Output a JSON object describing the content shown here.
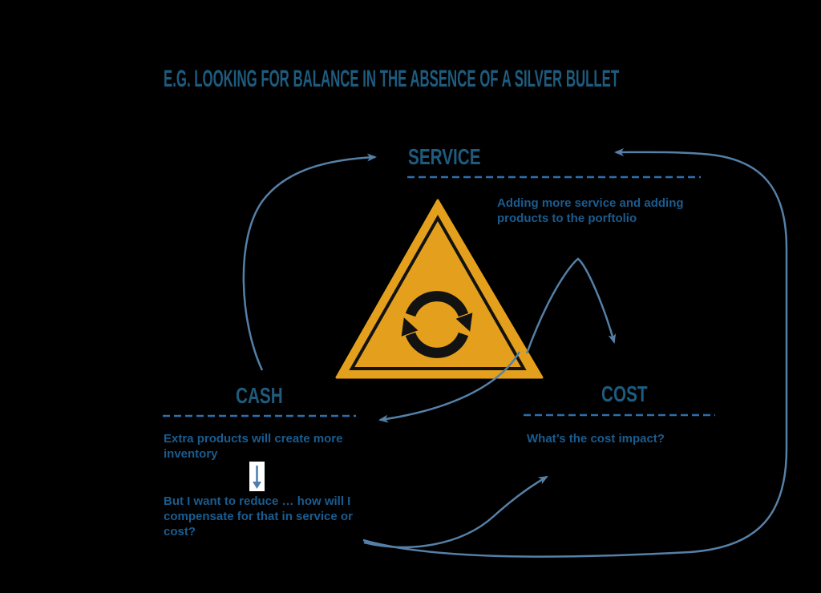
{
  "title": "E.G. LOOKING FOR BALANCE IN THE ABSENCE OF A SILVER BULLET",
  "colors": {
    "background": "#000000",
    "heading": "#1E5B7E",
    "body_text": "#1A5C90",
    "dashed_rule": "#2C6FAD",
    "connector_arrow": "#5580A7",
    "triangle_fill": "#E4A01C",
    "triangle_inner_border": "#121212",
    "cycle_icon": "#121212",
    "down_arrow_box": "#FFFFFF",
    "down_arrow_glyph": "#4E7CB0"
  },
  "diagram": {
    "center_icon": "cycle-arrows-in-warning-triangle",
    "nodes": {
      "service": {
        "label": "SERVICE",
        "note": "Adding more service and adding products to the porftolio"
      },
      "cash": {
        "label": "CASH",
        "note_top": "Extra products will create more inventory",
        "note_bottom": "But I want to reduce … how will I compensate for that in service or cost?"
      },
      "cost": {
        "label": "COST",
        "note": "What’s the cost impact?"
      }
    },
    "connections": [
      {
        "from": "cash",
        "to": "service",
        "path": "left-arc"
      },
      {
        "from": "triangle",
        "to": "cost",
        "path": "peak-arc"
      },
      {
        "from": "triangle",
        "to": "cash",
        "path": "down-left-arc"
      },
      {
        "from": "cash-note-bottom",
        "to": "cost-note",
        "path": "bottom-up-arc"
      },
      {
        "from": "cash-note-bottom",
        "to": "service",
        "path": "outer-right-arc"
      }
    ]
  }
}
